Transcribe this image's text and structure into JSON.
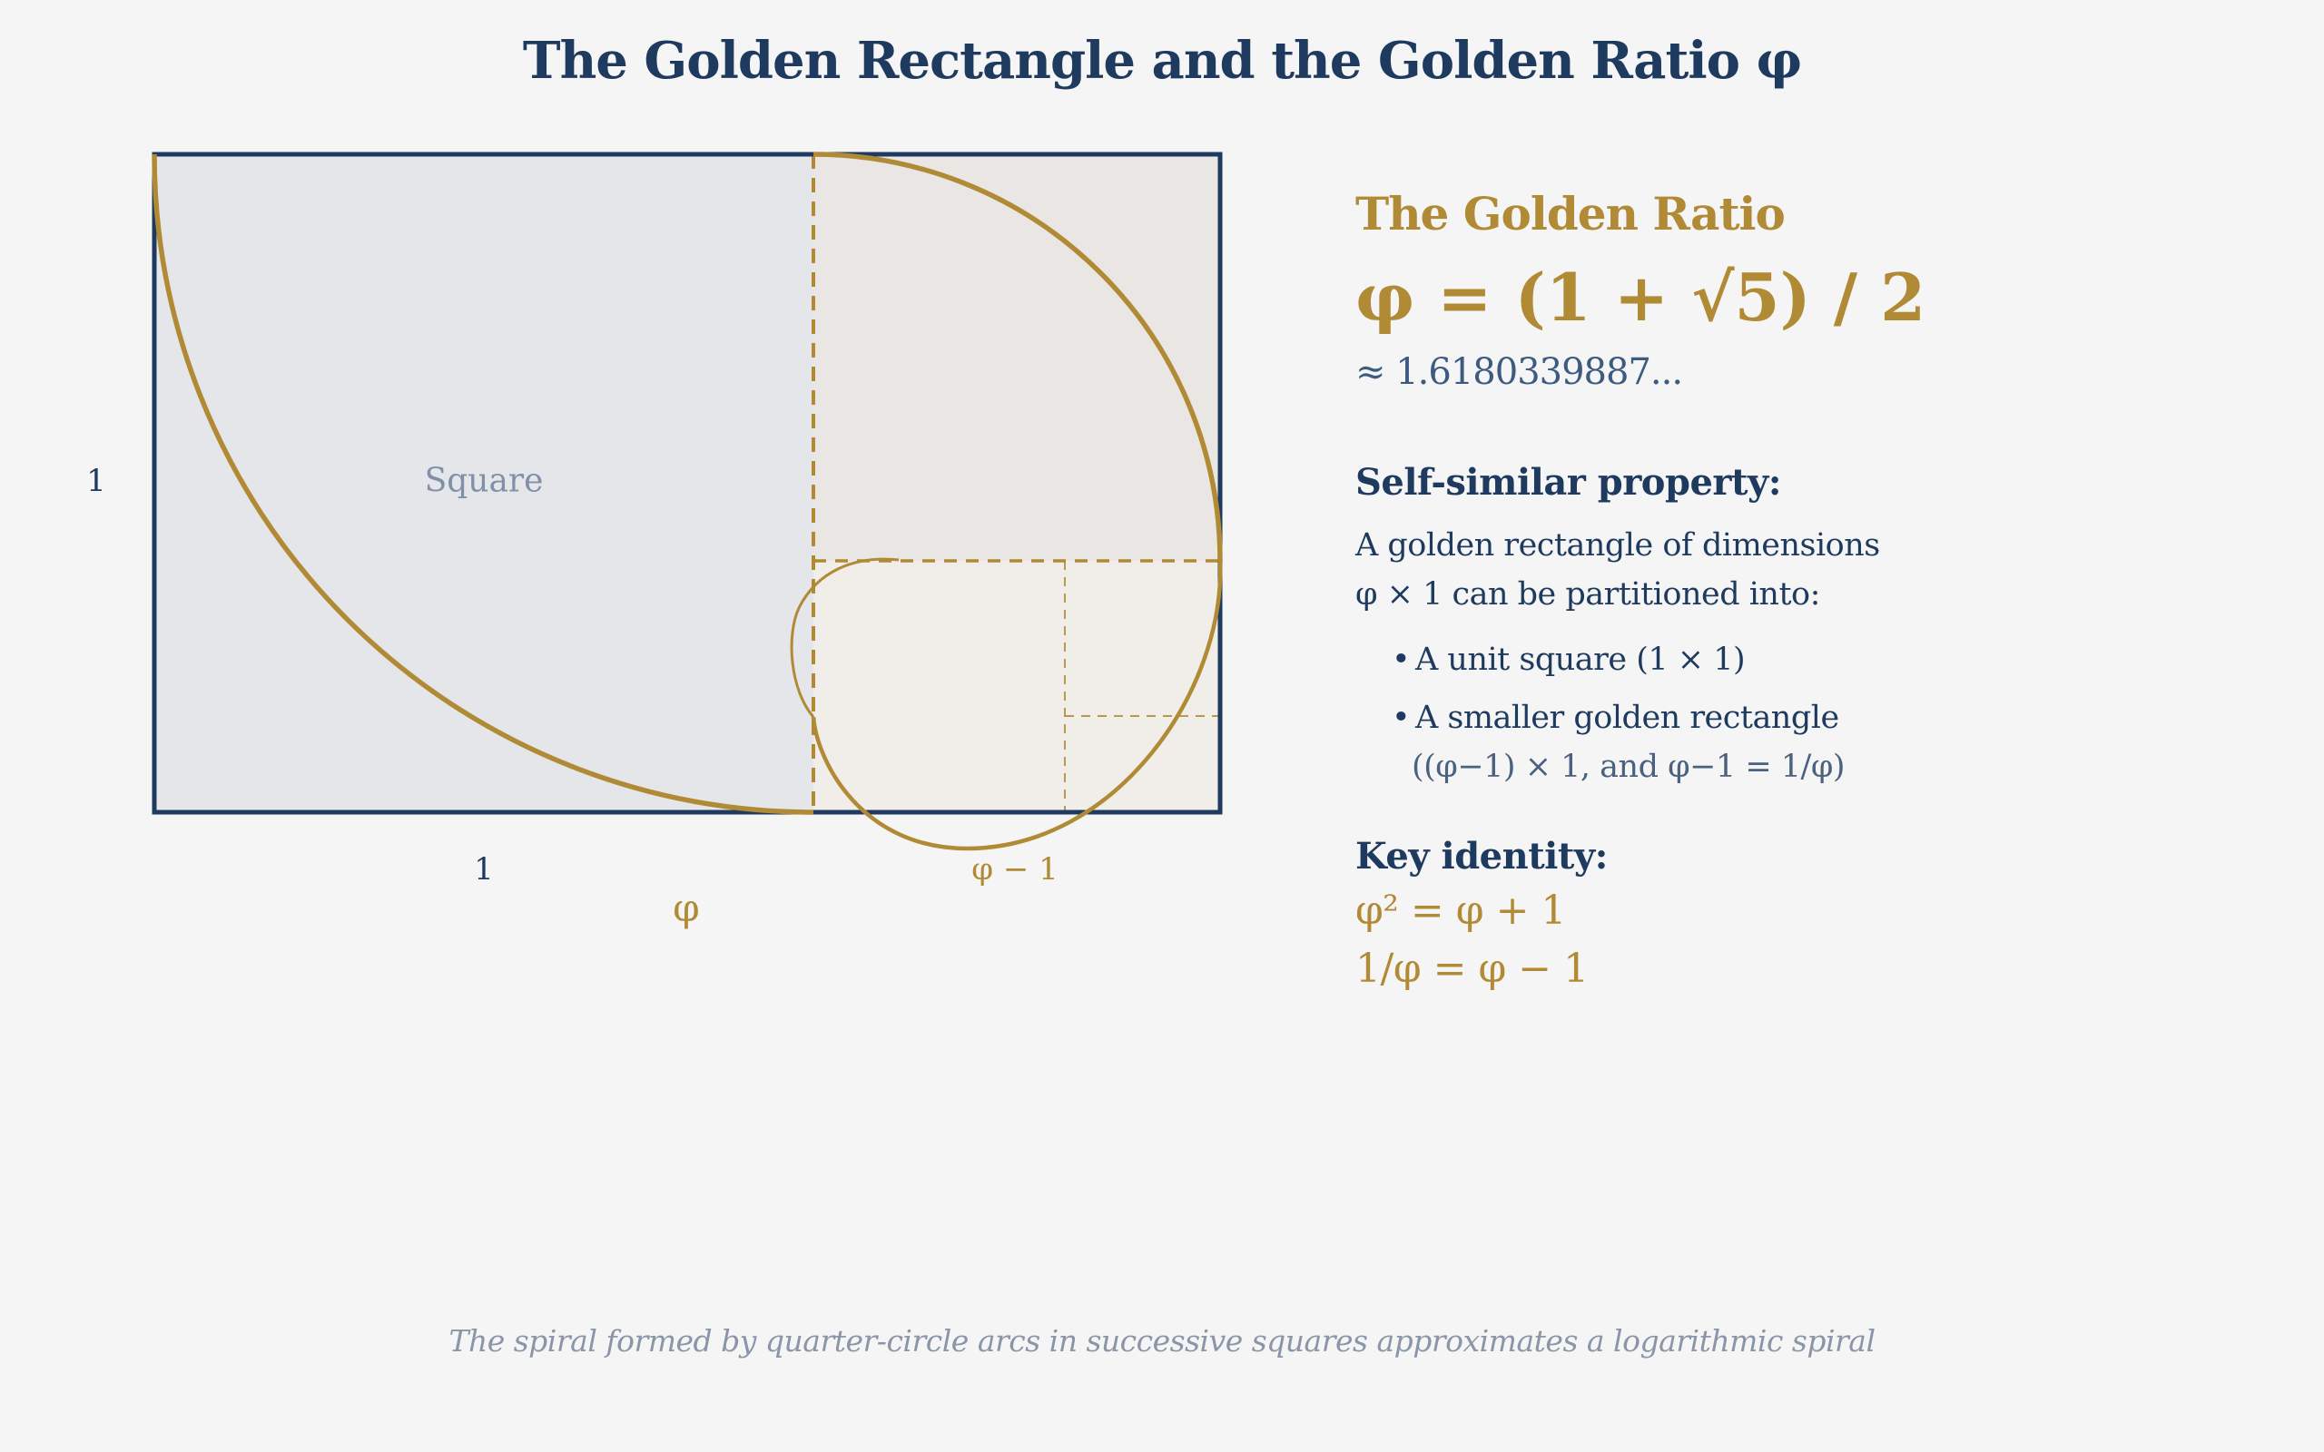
{
  "title": "The Golden Rectangle and the Golden Ratio φ",
  "diagram": {
    "labels": {
      "height_side": "1",
      "square": "Square",
      "square_width": "1",
      "total_width": "φ",
      "remainder_width": "φ − 1"
    },
    "colors": {
      "navy": "#1e3a5f",
      "gold": "#b08a35",
      "square_fill": "#e4e6ea",
      "upper_right_fill": "#e9e6e3",
      "lower_right_fill": "#f1eeea",
      "background": "#f5f5f5"
    }
  },
  "panel": {
    "heading": "The Golden Ratio",
    "formula": "φ = (1 + √5) / 2",
    "approx": "≈ 1.6180339887...",
    "self_similar": {
      "heading": "Self-similar property:",
      "description_line1": "A golden rectangle of dimensions",
      "description_line2": "φ × 1 can be partitioned into:",
      "items": [
        {
          "bullet": "•",
          "text": "A unit square (1 × 1)"
        },
        {
          "bullet": "•",
          "text": "A smaller golden rectangle",
          "sub": "((φ−1) × 1, and φ−1 = 1/φ)"
        }
      ]
    },
    "key_identity": {
      "heading": "Key identity:",
      "lines": [
        "φ² = φ + 1",
        "1/φ = φ − 1"
      ]
    }
  },
  "caption": "The spiral formed by quarter-circle arcs in successive squares approximates a logarithmic spiral"
}
